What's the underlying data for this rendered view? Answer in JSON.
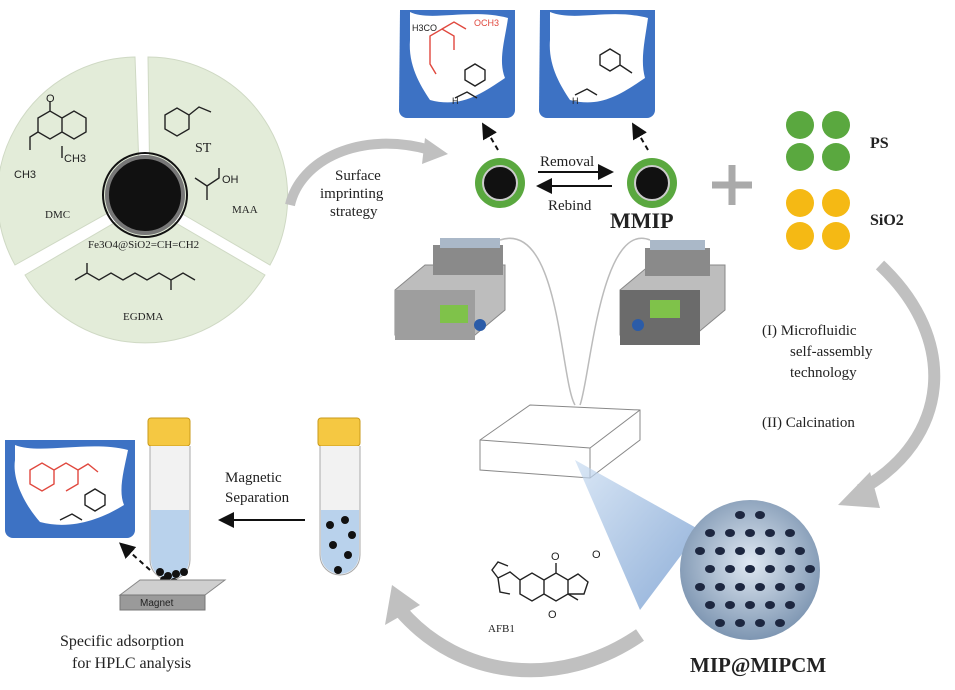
{
  "monomers": {
    "template": "DMC",
    "template_groups": [
      "O",
      "CH3",
      "CH3"
    ],
    "functional_monomer_1": "ST",
    "functional_monomer_2": "MAA",
    "functional_monomer_2_group": "OH",
    "crosslinker": "EGDMA",
    "core": "Fe3O4@SiO2=CH=CH2"
  },
  "imprinting": {
    "step_label_line1": "Surface",
    "step_label_line2": "imprinting",
    "step_label_line3": "strategy",
    "removal": "Removal",
    "rebind": "Rebind",
    "product": "MMIP",
    "cavity_groups": {
      "left_methoxy": "H3CO",
      "right_methoxy": "OCH3",
      "hydrogen": "H"
    }
  },
  "particles": {
    "ps_label": "PS",
    "sio2_label": "SiO2",
    "ps_color": "#5aa83f",
    "sio2_color": "#f5b914"
  },
  "process": {
    "step1_line1": "(I)  Microfluidic",
    "step1_line2": "self-assembly",
    "step1_line3": "technology",
    "step2": "(II)  Calcination",
    "final_product": "MIP@MIPCM"
  },
  "separation": {
    "label_line1": "Magnetic",
    "label_line2": "Separation",
    "magnet": "Magnet",
    "caption_line1": "Specific adsorption",
    "caption_line2": "for HPLC analysis"
  },
  "analyte": {
    "name": "AFB1",
    "groups": [
      "O",
      "O",
      "O"
    ]
  },
  "colors": {
    "wheel": "#e3ecd9",
    "cavity": "#3d72c4",
    "shell": "#5aa83f",
    "arrow": "#b8b8b8",
    "cap": "#f5c842",
    "liquid": "#b9d2ec"
  }
}
